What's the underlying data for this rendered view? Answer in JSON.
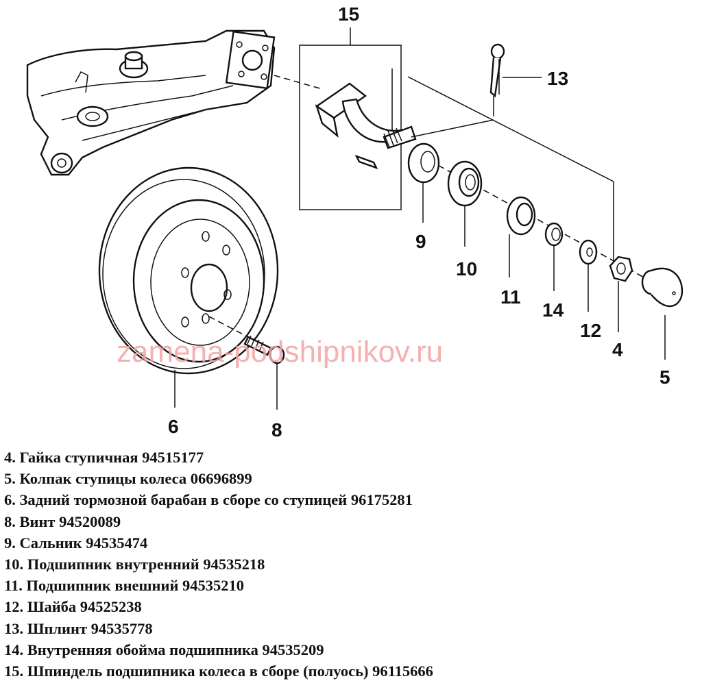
{
  "watermark": "zamena-podshipnikov.ru",
  "callouts": {
    "c4": "4",
    "c5": "5",
    "c6": "6",
    "c8": "8",
    "c9": "9",
    "c10": "10",
    "c11": "11",
    "c12": "12",
    "c13": "13",
    "c14": "14",
    "c15": "15"
  },
  "legend": [
    "4. Гайка ступичная 94515177",
    "5. Колпак ступицы колеса 06696899",
    "6. Задний тормозной барабан в сборе со ступицей  96175281",
    "8. Винт 94520089",
    "9. Сальник 94535474",
    "10. Подшипник внутренний 94535218",
    "11. Подшипник внешний 94535210",
    "12. Шайба 94525238",
    "13. Шплинт 94535778",
    "14. Внутренняя обойма подшипника 94535209",
    "15. Шпиндель подшипника колеса в сборе (полуось) 96115666"
  ]
}
